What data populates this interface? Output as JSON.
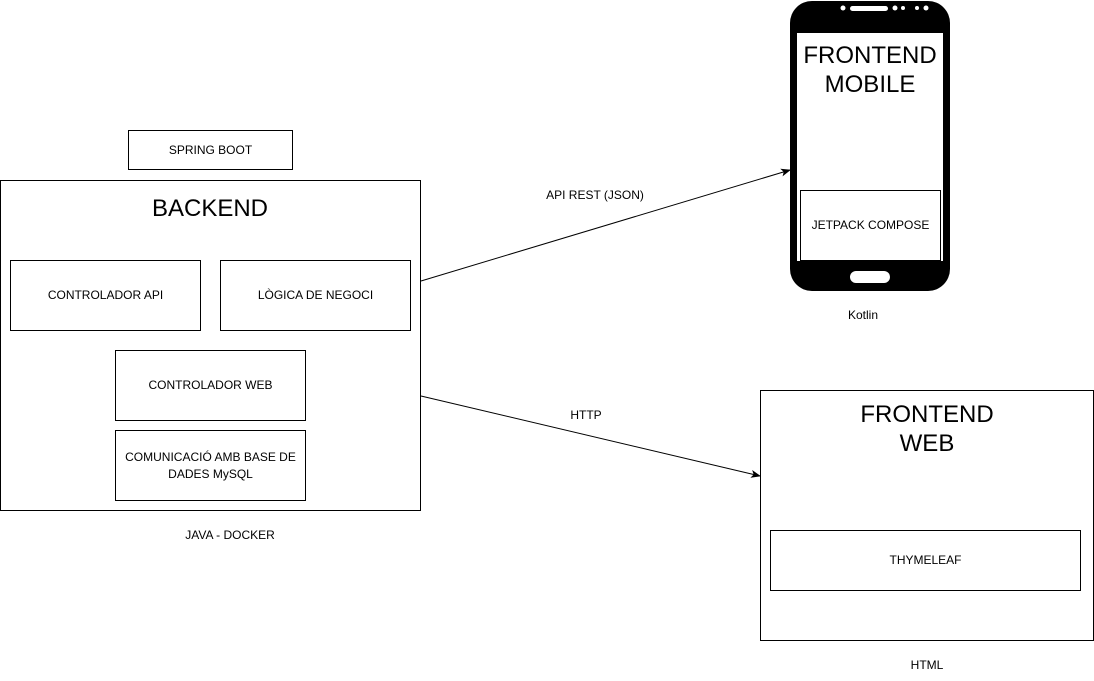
{
  "framework_box": {
    "label": "SPRING BOOT"
  },
  "backend": {
    "title": "BACKEND",
    "components": {
      "api_controller": "CONTROLADOR API",
      "business_logic": "LÒGICA DE NEGOCI",
      "web_controller": "CONTROLADOR WEB",
      "db_communication": "COMUNICACIÓ AMB BASE DE DADES MySQL"
    },
    "stack_caption": "JAVA - DOCKER"
  },
  "connections": {
    "mobile_label": "API REST (JSON)",
    "web_label": "HTTP"
  },
  "mobile": {
    "title_line1": "FRONTEND",
    "title_line2": "MOBILE",
    "component": "JETPACK COMPOSE",
    "caption": "Kotlin"
  },
  "web": {
    "title": "FRONTEND WEB",
    "component": "THYMELEAF",
    "caption": "HTML"
  }
}
